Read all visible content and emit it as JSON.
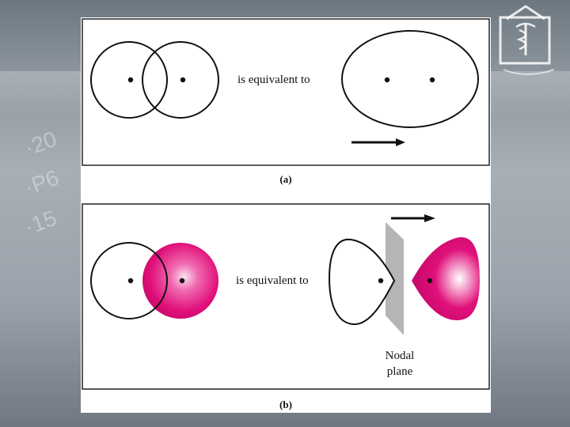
{
  "panel_a": {
    "equivalence_text": "is equivalent to",
    "caption": "(a)"
  },
  "panel_b": {
    "equivalence_text": "is equivalent to",
    "caption": "(b)",
    "nodal_label_line1": "Nodal",
    "nodal_label_line2": "plane"
  },
  "colors": {
    "orbital_positive": "#e0107a",
    "nodal_plane": "#b5b5b5",
    "outline": "#111111"
  },
  "logo_name": "university-emblem"
}
